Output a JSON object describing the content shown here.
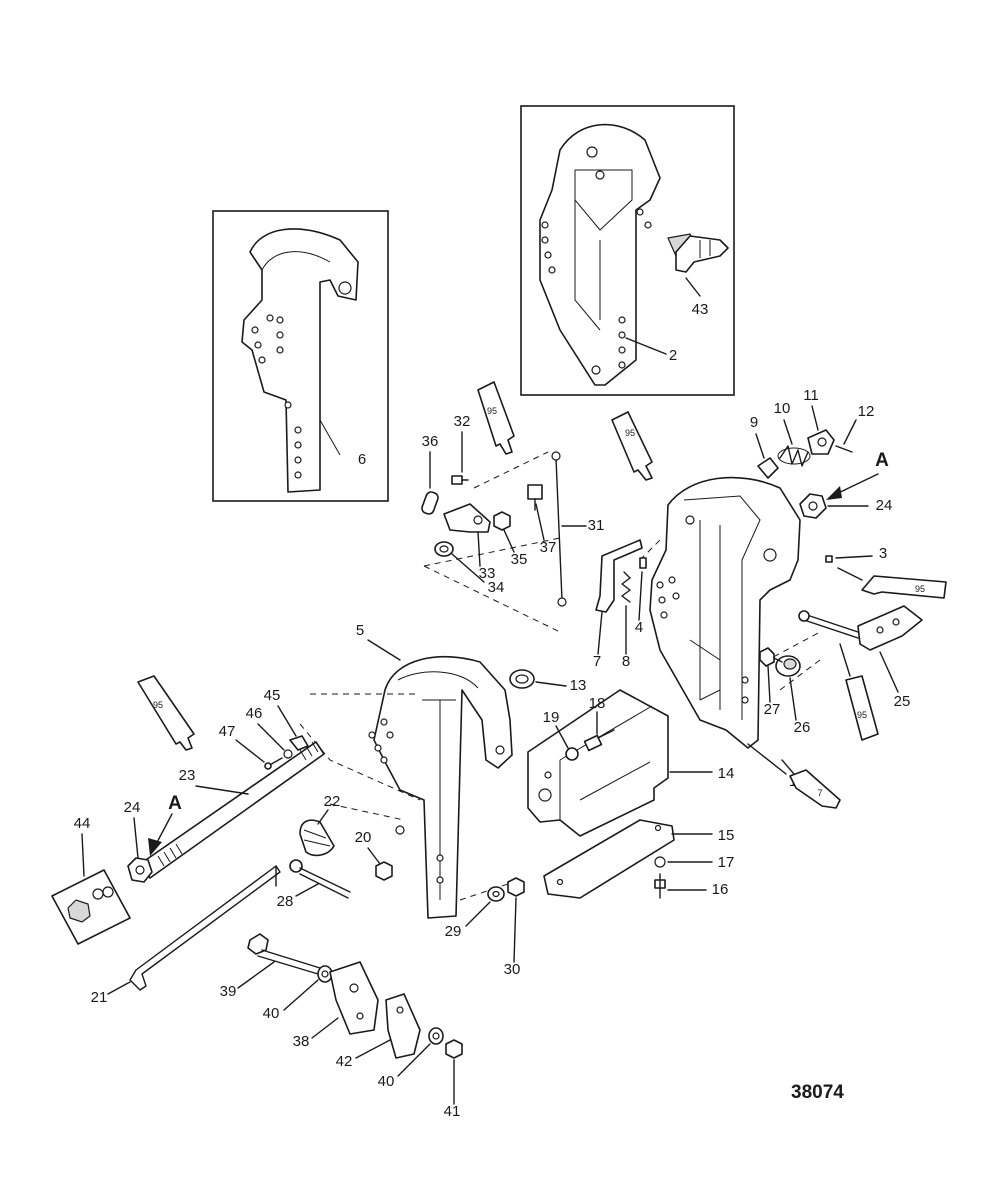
{
  "figure_number": "38074",
  "reference_letter": "A",
  "sealant_codes": {
    "a": "95",
    "b": "7"
  },
  "callouts": [
    "1",
    "2",
    "3",
    "4",
    "5",
    "6",
    "7",
    "8",
    "9",
    "10",
    "11",
    "12",
    "13",
    "14",
    "15",
    "16",
    "17",
    "18",
    "19",
    "20",
    "21",
    "22",
    "23",
    "24",
    "25",
    "26",
    "27",
    "28",
    "29",
    "30",
    "31",
    "32",
    "33",
    "34",
    "35",
    "36",
    "37",
    "38",
    "39",
    "40",
    "41",
    "42",
    "43",
    "44",
    "45",
    "46",
    "47"
  ]
}
